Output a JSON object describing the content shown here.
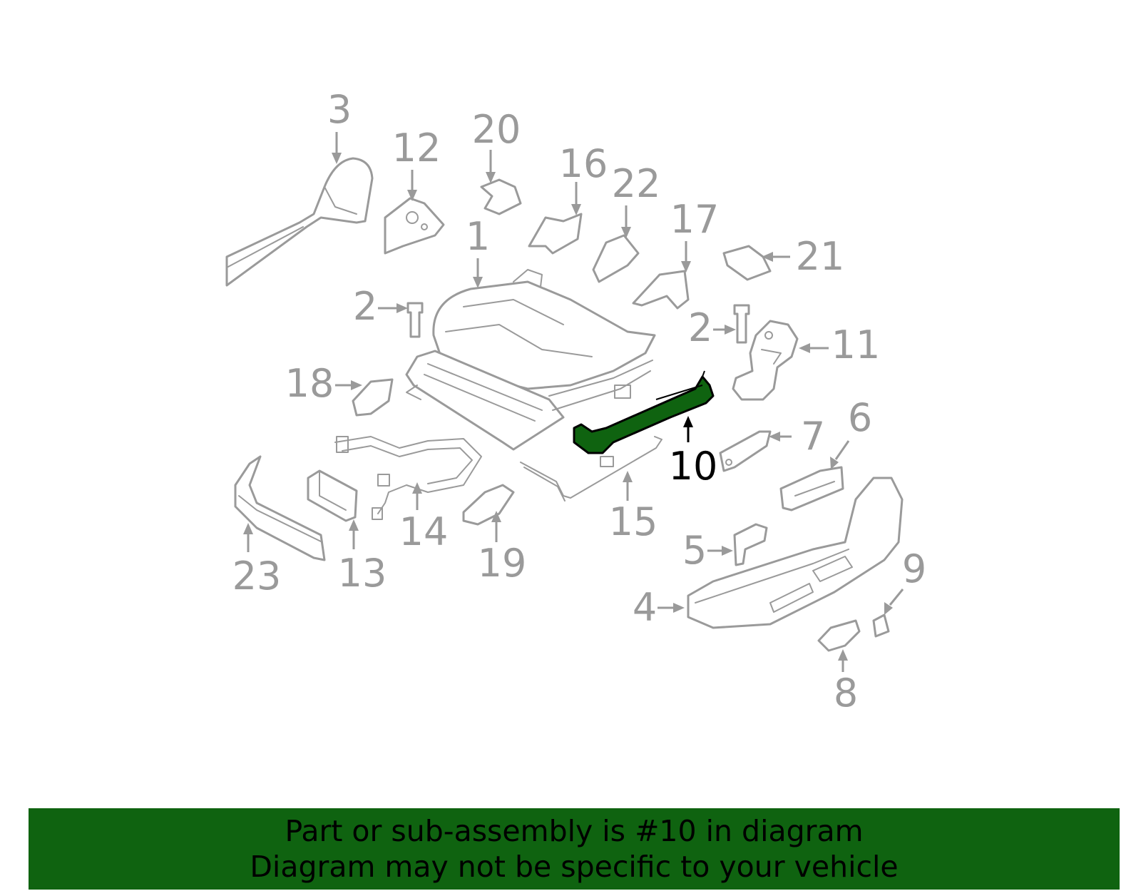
{
  "callouts": {
    "c1": "1",
    "c2a": "2",
    "c2b": "2",
    "c3": "3",
    "c4": "4",
    "c5": "5",
    "c6": "6",
    "c7": "7",
    "c8": "8",
    "c9": "9",
    "c10": "10",
    "c11": "11",
    "c12": "12",
    "c13": "13",
    "c14": "14",
    "c15": "15",
    "c16": "16",
    "c17": "17",
    "c18": "18",
    "c19": "19",
    "c20": "20",
    "c21": "21",
    "c22": "22",
    "c23": "23"
  },
  "highlight": {
    "part_number": "10",
    "color": "#0f6310"
  },
  "banner": {
    "line1": "Part or sub-assembly is #10 in diagram",
    "line2": "Diagram may not be specific to your vehicle",
    "background": "#0f6310"
  }
}
